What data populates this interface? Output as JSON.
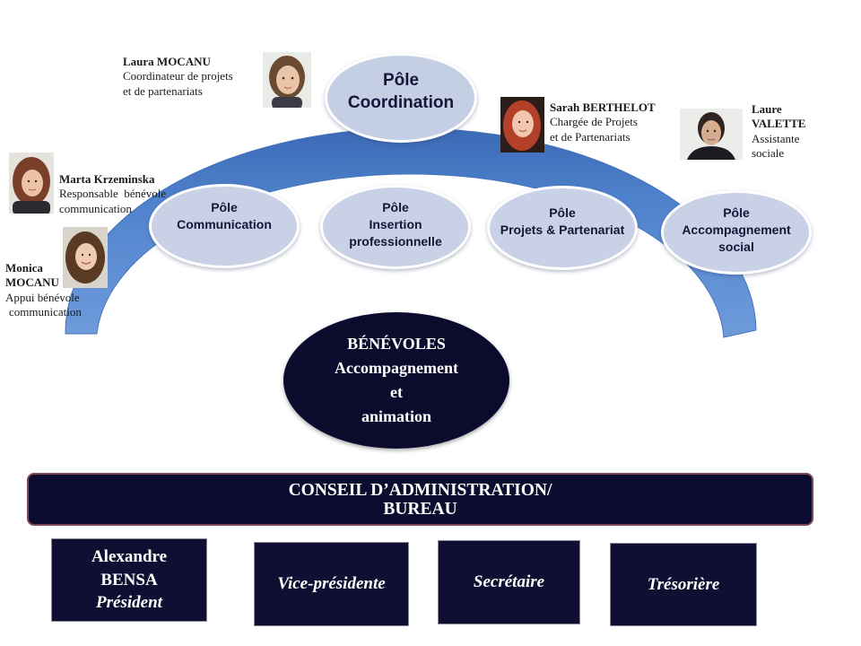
{
  "colors": {
    "arc_light": "#6f9bdb",
    "arc_dark": "#3b6ab6",
    "pole_fill": "#c8d1e5",
    "navy": "#0c0c30",
    "conseil_border": "#7d4a55"
  },
  "poles": {
    "coordination": [
      "Pôle",
      "Coordination"
    ],
    "communication": [
      "Pôle",
      "Communication"
    ],
    "insertion": [
      "Pôle",
      "Insertion",
      "professionnelle"
    ],
    "projets": [
      "Pôle",
      "Projets & Partenariat"
    ],
    "accompagnement": [
      "Pôle",
      "Accompagnement",
      "social"
    ]
  },
  "people": {
    "laura": {
      "name": [
        "Laura MOCANU"
      ],
      "role": [
        "Coordinateur de projets",
        "et de partenariats"
      ]
    },
    "sarah": {
      "name": [
        "Sarah BERTHELOT"
      ],
      "role": [
        "Chargée de Projets",
        "et de Partenariats"
      ]
    },
    "laure": {
      "name": [
        "Laure",
        "VALETTE"
      ],
      "role": [
        "Assistante",
        "sociale"
      ]
    },
    "marta": {
      "name": [
        "Marta Krzeminska"
      ],
      "role": [
        "Responsable  bénévole",
        "communication"
      ]
    },
    "monica": {
      "name": [
        "Monica",
        "MOCANU"
      ],
      "role": [
        "Appui bénévole",
        "communication"
      ]
    }
  },
  "benevoles": [
    "BÉNÉVOLES",
    "Accompagnement",
    "et",
    "animation"
  ],
  "conseil": [
    "CONSEIL D’ADMINISTRATION/",
    "BUREAU"
  ],
  "bureau": {
    "president": {
      "lines": [
        "Alexandre",
        "BENSA"
      ],
      "title": "Président"
    },
    "vice": {
      "title": "Vice-présidente"
    },
    "secretaire": {
      "title": "Secrétaire"
    },
    "tresoriere": {
      "title": "Trésorière"
    }
  }
}
